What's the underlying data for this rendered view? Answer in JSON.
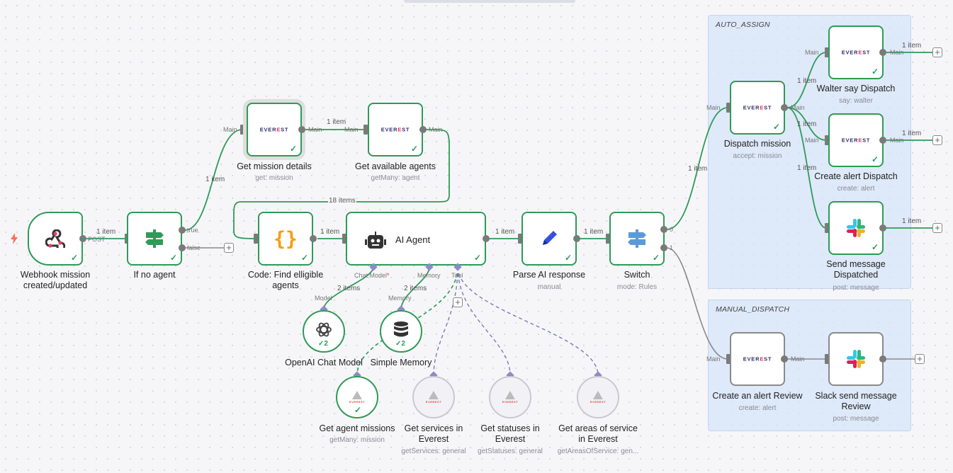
{
  "colors": {
    "success": "#2e9b57",
    "accent_ai": "#6b6bb5",
    "group_bg": "#d5e4f8"
  },
  "groups": {
    "auto_assign": {
      "title": "AUTO_ASSIGN"
    },
    "manual_dispatch": {
      "title": "MANUAL_DISPATCH"
    }
  },
  "nodes": {
    "webhook": {
      "title": "Webhook mission created/updated",
      "icon": "webhook-icon"
    },
    "if_no_agent": {
      "title": "If no agent",
      "icon": "signpost-icon"
    },
    "get_mission": {
      "title": "Get mission details",
      "subtitle": "get: mission",
      "logo": "EVEREST"
    },
    "get_agents": {
      "title": "Get available agents",
      "subtitle": "getMany: agent",
      "logo": "EVEREST"
    },
    "code": {
      "title": "Code: Find elligible agents",
      "icon": "code-braces-icon"
    },
    "ai_agent": {
      "title": "AI Agent",
      "icon": "robot-icon"
    },
    "parse": {
      "title": "Parse AI response",
      "subtitle": "manual",
      "icon": "pen-icon"
    },
    "switch": {
      "title": "Switch",
      "subtitle": "mode: Rules",
      "icon": "signpost-icon"
    },
    "dispatch": {
      "title": "Dispatch mission",
      "subtitle": "accept: mission",
      "logo": "EVEREST"
    },
    "walter": {
      "title": "Walter say Dispatch",
      "subtitle": "say: walter",
      "logo": "EVEREST"
    },
    "alert_dispatch": {
      "title": "Create alert Dispatch",
      "subtitle": "create: alert",
      "logo": "EVEREST"
    },
    "send_dispatched": {
      "title": "Send message Dispatched",
      "subtitle": "post: message",
      "icon": "slack-icon"
    },
    "alert_review": {
      "title": "Create an alert Review",
      "subtitle": "create: alert",
      "logo": "EVEREST"
    },
    "slack_review": {
      "title": "Slack send message Review",
      "subtitle": "post: message",
      "icon": "slack-icon"
    },
    "openai": {
      "title": "OpenAI Chat Model",
      "badge": "2",
      "icon": "openai-icon"
    },
    "memory": {
      "title": "Simple Memory",
      "badge": "2",
      "icon": "database-icon"
    },
    "agent_missions": {
      "title": "Get agent missions",
      "subtitle": "getMany: mission"
    },
    "services": {
      "title": "Get services in Everest",
      "subtitle": "getServices: general"
    },
    "statuses": {
      "title": "Get statuses in Everest",
      "subtitle": "getStatuses: general"
    },
    "areas": {
      "title": "Get areas of service in Everest",
      "subtitle": "getAreasOfService: gen..."
    }
  },
  "ports": {
    "post": "POST",
    "true": "true",
    "false": "false",
    "main": "Main",
    "chat_model": "Chat Model",
    "required": "*",
    "memory": "Memory",
    "tool": "Tool",
    "model": "Model",
    "out_0": "0",
    "out_1": "1"
  },
  "edges": {
    "one_item": "1 item",
    "two_items": "2 items",
    "eighteen_items": "18 items"
  },
  "check": "✓"
}
